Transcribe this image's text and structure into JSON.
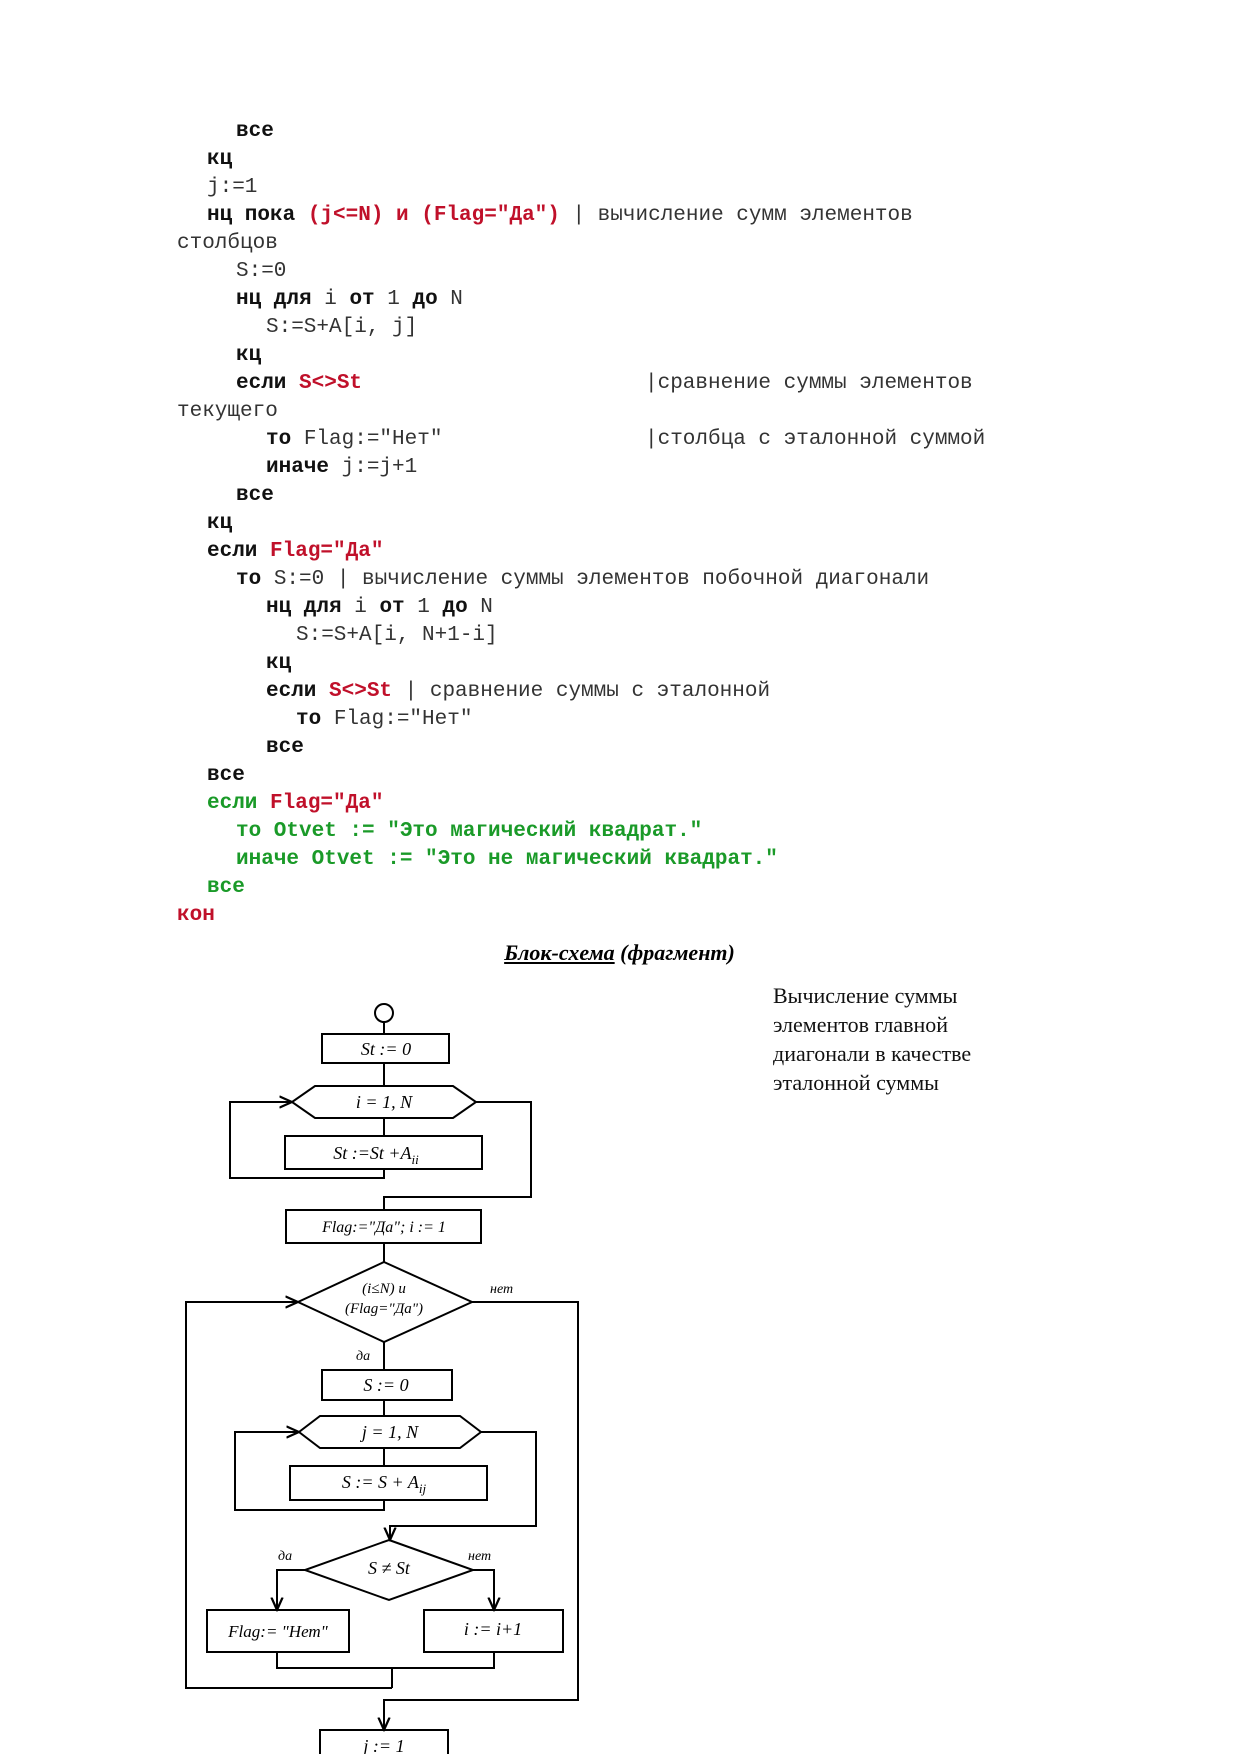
{
  "code": {
    "l01": "все",
    "l02": "кц",
    "l03": "j:=1",
    "l04_kw": "нц пока ",
    "l04_cond": "(j<=N) и (Flag=\"Да\")",
    "l04_cmt": " | вычисление сумм элементов",
    "l05": "столбцов",
    "l06": "S:=0",
    "l07_kw": "нц для ",
    "l07_a": "i ",
    "l07_kw2": "от ",
    "l07_b": "1 ",
    "l07_kw3": "до ",
    "l07_c": "N",
    "l08": "S:=S+A[i, j]",
    "l09": "кц",
    "l10_kw": "если ",
    "l10_cond": "S<>St",
    "l10_cmt": "|сравнение суммы элементов",
    "l11": "текущего",
    "l12_kw": "то ",
    "l12_a": "Flag:=\"Нет\"",
    "l12_cmt": "|столбца с эталонной суммой",
    "l13_kw": "иначе ",
    "l13_a": "j:=j+1",
    "l14": "все",
    "l15": "кц",
    "l16_kw": "если ",
    "l16_cond": "Flag=\"Да\"",
    "l17_kw": "то ",
    "l17_a": "S:=0 | вычисление суммы элементов побочной диагонали",
    "l18_kw": "нц для ",
    "l18_a": "i ",
    "l18_kw2": "от ",
    "l18_b": "1 ",
    "l18_kw3": "до ",
    "l18_c": "N",
    "l19": "S:=S+A[i, N+1-i]",
    "l20": "кц",
    "l21_kw": "если ",
    "l21_cond": "S<>St",
    "l21_cmt": " | сравнение суммы с эталонной",
    "l22_kw": "то ",
    "l22_a": "Flag:=\"Нет\"",
    "l23": "все",
    "l24": "все",
    "l25_kw": "если ",
    "l25_cond": "Flag=\"Да\"",
    "l26": "то Otvet := \"Это магический квадрат.\"",
    "l27": "иначе Otvet := \"Это не магический квадрат.\"",
    "l28": "все",
    "l29": "кон"
  },
  "heading": {
    "underlined": "Блок-схема",
    "rest": " (фрагмент)"
  },
  "note": "Вычисление суммы элементов главной диагонали в качестве эталонной суммы",
  "flowchart": {
    "st_init": "St := 0",
    "loop_i": "i = 1, N",
    "st_sum": "St :=St +A",
    "st_sub": "ii",
    "flag_init": "Flag:=\"Да\"; i := 1",
    "cond1_line1": "(i≤N) и",
    "cond1_line2": "(Flag=\"Да\")",
    "no1": "нет",
    "yes1": "да",
    "s_init": "S := 0",
    "loop_j": "j = 1, N",
    "s_sum": "S := S + A",
    "s_sub": "ij",
    "cond2": "S ≠ St",
    "yes2": "да",
    "no2": "нет",
    "flag_no": "Flag:= \"Нет\"",
    "inc": "i := i+1",
    "j_init": "j := 1"
  },
  "colors": {
    "keyword_red": "#c0102a",
    "keyword_green": "#1a9a28"
  }
}
